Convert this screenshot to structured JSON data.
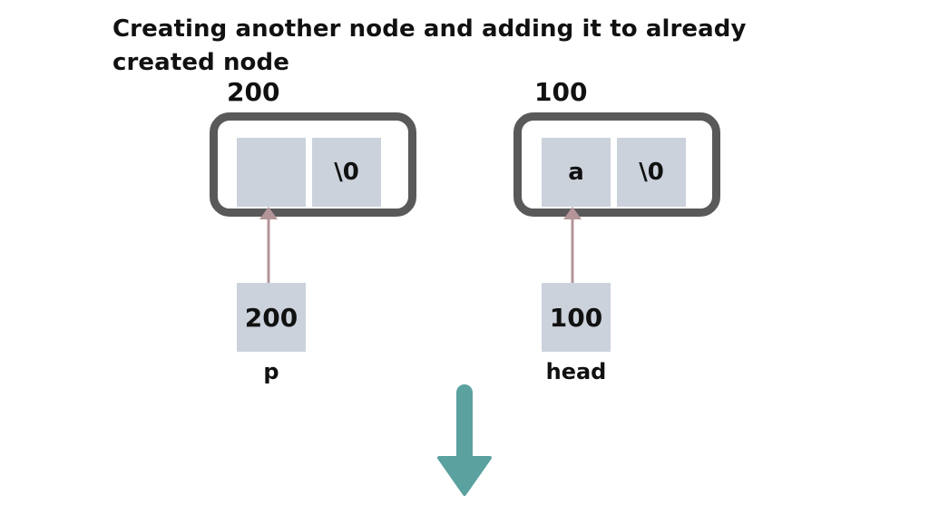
{
  "title": "Creating another node and adding it to already created node",
  "nodes": [
    {
      "address": "200",
      "data": "",
      "next": "\\0"
    },
    {
      "address": "100",
      "data": "a",
      "next": "\\0"
    }
  ],
  "pointers": [
    {
      "value": "200",
      "label": "p"
    },
    {
      "value": "100",
      "label": "head"
    }
  ],
  "colors": {
    "node_border": "#595959",
    "cell_fill": "#cbd2dc",
    "pointer_arrow": "#b49598",
    "down_arrow": "#5aa19f"
  },
  "icons": {
    "pointer_arrow": "arrow-up-icon",
    "flow_arrow": "arrow-down-icon"
  }
}
